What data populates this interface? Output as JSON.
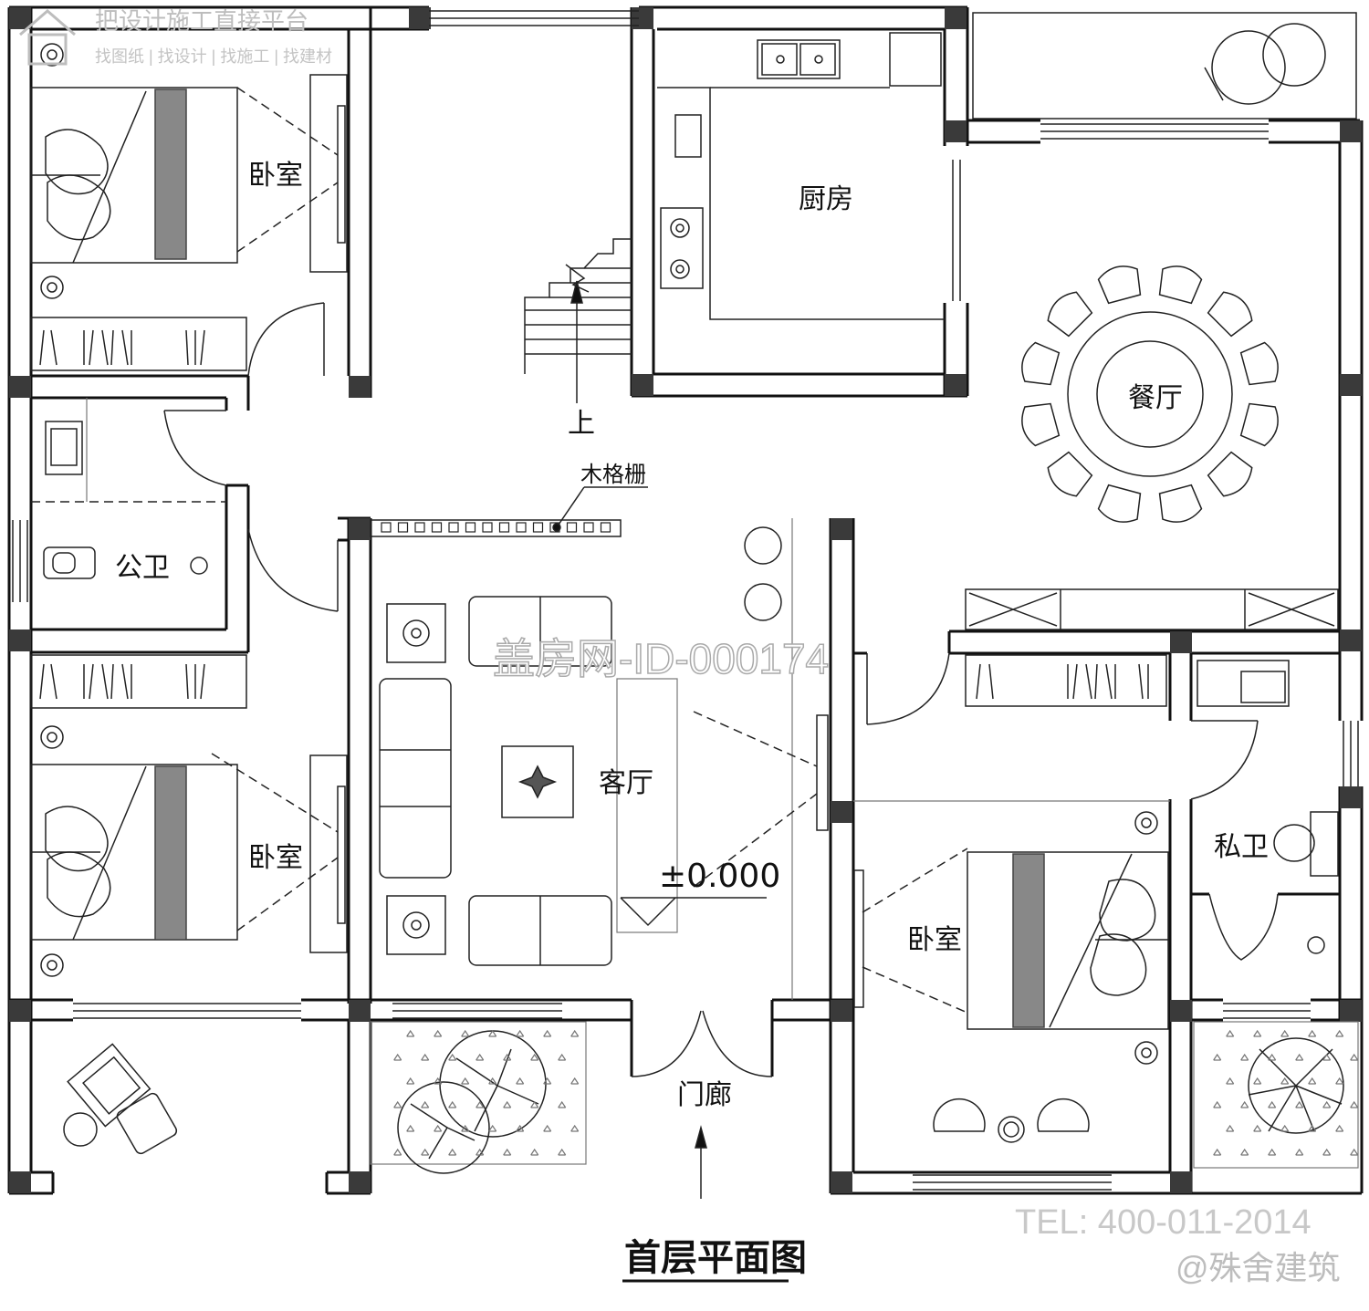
{
  "title": "首层平面图",
  "rooms": {
    "bedroom_nw": "卧室",
    "bedroom_w": "卧室",
    "bedroom_se": "卧室",
    "kitchen": "厨房",
    "dining": "餐厅",
    "living": "客厅",
    "public_bath": "公卫",
    "private_bath": "私卫",
    "porch": "门廊"
  },
  "annotations": {
    "stair_up": "上",
    "wood_grille": "木格栅",
    "elevation": "±0.000"
  },
  "watermarks": {
    "top_brand": "把设计施工直接平台",
    "top_sub": "找图纸 | 找设计 | 找施工 | 找建材",
    "center_id": "盖房网-ID-000174",
    "tel": "TEL: 400-011-2014",
    "credit": "@殊舍建筑"
  },
  "colors": {
    "wall": "#111111",
    "column": "#3a3a3a",
    "line": "#222222",
    "watermark": "#bdbdbd"
  }
}
